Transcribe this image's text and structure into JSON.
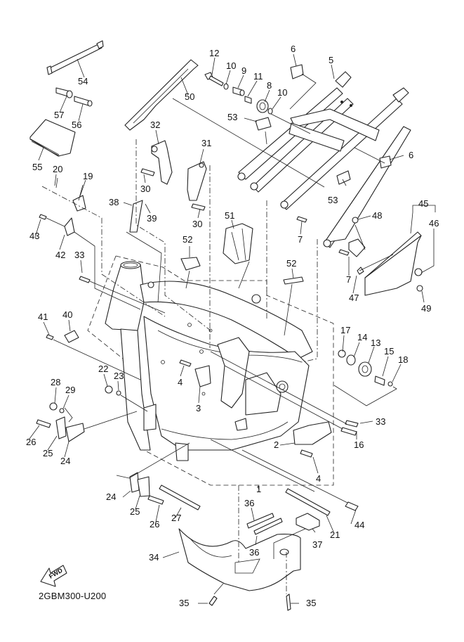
{
  "diagram": {
    "title": "Frame exploded parts diagram",
    "diagram_code": "2GBM300-U200",
    "direction_indicator": "FWD",
    "callouts": [
      {
        "id": "c1",
        "number": "1",
        "part": "frame"
      },
      {
        "id": "c2",
        "number": "2",
        "part": "engine bracket"
      },
      {
        "id": "c3",
        "number": "3",
        "part": "bracket"
      },
      {
        "id": "c4a",
        "number": "4",
        "part": "bolt"
      },
      {
        "id": "c4b",
        "number": "4",
        "part": "bolt"
      },
      {
        "id": "c5",
        "number": "5",
        "part": "rear frame"
      },
      {
        "id": "c6a",
        "number": "6",
        "part": "label"
      },
      {
        "id": "c6b",
        "number": "6",
        "part": "label"
      },
      {
        "id": "c7a",
        "number": "7",
        "part": "bolt"
      },
      {
        "id": "c7b",
        "number": "7",
        "part": "bolt"
      },
      {
        "id": "c8",
        "number": "8",
        "part": "roller"
      },
      {
        "id": "c9",
        "number": "9",
        "part": "collar"
      },
      {
        "id": "c10a",
        "number": "10",
        "part": "washer"
      },
      {
        "id": "c10b",
        "number": "10",
        "part": "washer"
      },
      {
        "id": "c11",
        "number": "11",
        "part": "collar"
      },
      {
        "id": "c12",
        "number": "12",
        "part": "bolt"
      },
      {
        "id": "c13",
        "number": "13",
        "part": "roller"
      },
      {
        "id": "c14",
        "number": "14",
        "part": "collar"
      },
      {
        "id": "c15",
        "number": "15",
        "part": "collar"
      },
      {
        "id": "c16",
        "number": "16",
        "part": "bolt"
      },
      {
        "id": "c17",
        "number": "17",
        "part": "nut"
      },
      {
        "id": "c18",
        "number": "18",
        "part": "washer"
      },
      {
        "id": "c19",
        "number": "19",
        "part": "clamp"
      },
      {
        "id": "c20",
        "number": "20",
        "part": "rivet"
      },
      {
        "id": "c21",
        "number": "21",
        "part": "bolt"
      },
      {
        "id": "c22",
        "number": "22",
        "part": "nut"
      },
      {
        "id": "c23",
        "number": "23",
        "part": "washer"
      },
      {
        "id": "c24a",
        "number": "24",
        "part": "engine stay"
      },
      {
        "id": "c24b",
        "number": "24",
        "part": "engine stay"
      },
      {
        "id": "c25a",
        "number": "25",
        "part": "engine stay"
      },
      {
        "id": "c25b",
        "number": "25",
        "part": "engine stay"
      },
      {
        "id": "c26a",
        "number": "26",
        "part": "bolt"
      },
      {
        "id": "c26b",
        "number": "26",
        "part": "bolt"
      },
      {
        "id": "c27",
        "number": "27",
        "part": "bolt"
      },
      {
        "id": "c28",
        "number": "28",
        "part": "nut"
      },
      {
        "id": "c29",
        "number": "29",
        "part": "washer"
      },
      {
        "id": "c30a",
        "number": "30",
        "part": "bolt"
      },
      {
        "id": "c30b",
        "number": "30",
        "part": "bolt"
      },
      {
        "id": "c31",
        "number": "31",
        "part": "bracket"
      },
      {
        "id": "c32",
        "number": "32",
        "part": "bracket"
      },
      {
        "id": "c33a",
        "number": "33",
        "part": "bolt"
      },
      {
        "id": "c33b",
        "number": "33",
        "part": "bolt"
      },
      {
        "id": "c34",
        "number": "34",
        "part": "engine guard"
      },
      {
        "id": "c35a",
        "number": "35",
        "part": "bolt"
      },
      {
        "id": "c35b",
        "number": "35",
        "part": "bolt"
      },
      {
        "id": "c36a",
        "number": "36",
        "part": "damper"
      },
      {
        "id": "c36b",
        "number": "36",
        "part": "damper"
      },
      {
        "id": "c37",
        "number": "37",
        "part": "damper"
      },
      {
        "id": "c38",
        "number": "38",
        "part": "holder"
      },
      {
        "id": "c39",
        "number": "39",
        "part": "screw"
      },
      {
        "id": "c40",
        "number": "40",
        "part": "holder"
      },
      {
        "id": "c41",
        "number": "41",
        "part": "screw"
      },
      {
        "id": "c42",
        "number": "42",
        "part": "holder"
      },
      {
        "id": "c43",
        "number": "43",
        "part": "screw"
      },
      {
        "id": "c44",
        "number": "44",
        "part": "pin"
      },
      {
        "id": "c45",
        "number": "45",
        "part": "cover assembly"
      },
      {
        "id": "c46",
        "number": "46",
        "part": "cover"
      },
      {
        "id": "c47",
        "number": "47",
        "part": "nut"
      },
      {
        "id": "c48",
        "number": "48",
        "part": "screw"
      },
      {
        "id": "c49",
        "number": "49",
        "part": "bolt"
      },
      {
        "id": "c50",
        "number": "50",
        "part": "seal guard"
      },
      {
        "id": "c51",
        "number": "51",
        "part": "holder"
      },
      {
        "id": "c52a",
        "number": "52",
        "part": "clamp"
      },
      {
        "id": "c52b",
        "number": "52",
        "part": "clamp"
      },
      {
        "id": "c53a",
        "number": "53",
        "part": "clamp"
      },
      {
        "id": "c53b",
        "number": "53",
        "part": "clamp"
      },
      {
        "id": "c54",
        "number": "54",
        "part": "wrench"
      },
      {
        "id": "c55",
        "number": "55",
        "part": "manual"
      },
      {
        "id": "c56",
        "number": "56",
        "part": "tool"
      },
      {
        "id": "c57",
        "number": "57",
        "part": "tool"
      }
    ]
  }
}
